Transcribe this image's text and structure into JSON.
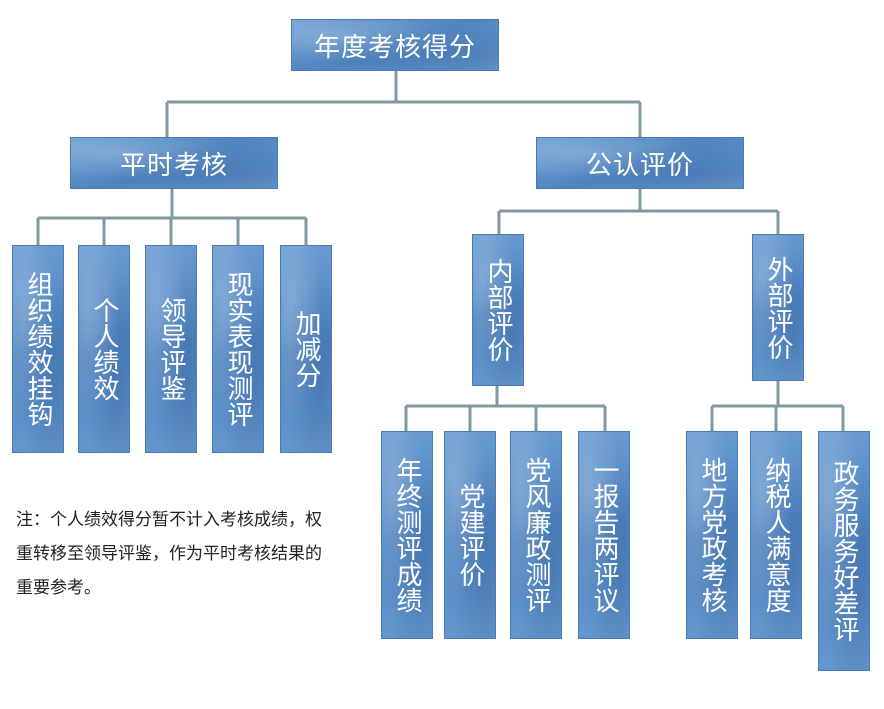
{
  "root": "年度考核得分",
  "branches": {
    "regular": {
      "title": "平时考核",
      "items": [
        "组织绩效挂钩",
        "个人绩效",
        "领导评鉴",
        "现实表现测评",
        "加减分"
      ]
    },
    "public": {
      "title": "公认评价",
      "internal": {
        "title": "内部评价",
        "items": [
          "年终测评成绩",
          "党建评价",
          "党风廉政测评",
          "一报告两评议"
        ]
      },
      "external": {
        "title": "外部评价",
        "items": [
          "地方党政考核",
          "纳税人满意度",
          "政务服务好差评"
        ]
      }
    }
  },
  "note": "注：个人绩效得分暂不计入考核成绩，权重转移至领导评鉴，作为平时考核结果的重要参考。"
}
